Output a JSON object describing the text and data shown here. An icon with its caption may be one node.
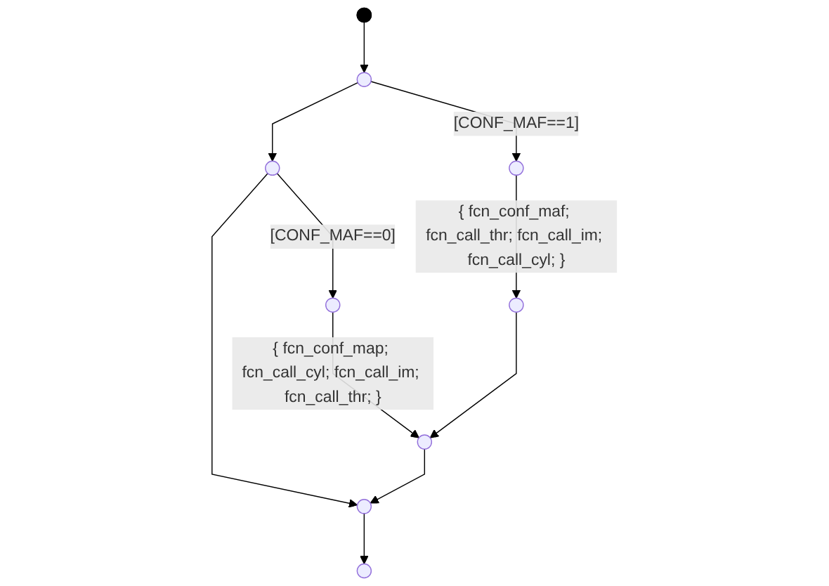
{
  "diagram": {
    "nodes": [
      {
        "text": [],
        "shape": "dot"
      },
      {
        "text": [],
        "shape": "circle"
      },
      {
        "text": [],
        "shape": "circle"
      },
      {
        "text": [],
        "shape": "circle"
      },
      {
        "text": [],
        "shape": "circle"
      },
      {
        "text": [],
        "shape": "circle"
      },
      {
        "text": [],
        "shape": "circle"
      },
      {
        "text": [],
        "shape": "circle"
      },
      {
        "text": [],
        "shape": "circle"
      }
    ],
    "edges": [
      {
        "from": 0,
        "to": 1,
        "arrow": "to"
      },
      {
        "from": 1,
        "to": 2,
        "arrow": "to",
        "label": "[CONF_MAF==1]"
      },
      {
        "from": 1,
        "to": 3,
        "arrow": "to"
      },
      {
        "from": 3,
        "to": 4,
        "arrow": "to",
        "label": "[CONF_MAF==0]"
      },
      {
        "from": 4,
        "to": 6,
        "arrow": "to",
        "label": "{ fcn_conf_map; fcn_call_cyl; fcn_call_im; fcn_call_thr; }"
      },
      {
        "from": 3,
        "to": 5,
        "arrow": "to"
      },
      {
        "from": 2,
        "to": 7,
        "arrow": "to",
        "label": "{ fcn_conf_maf; fcn_call_thr; fcn_call_im; fcn_call_cyl; }"
      },
      {
        "from": 7,
        "to": 6,
        "arrow": "to"
      },
      {
        "from": 6,
        "to": 5,
        "arrow": "to"
      },
      {
        "from": 5,
        "to": 8,
        "arrow": "to"
      }
    ]
  }
}
